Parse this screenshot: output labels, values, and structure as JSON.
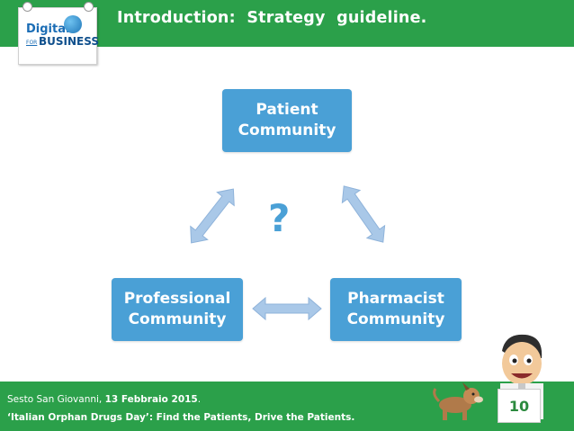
{
  "header": {
    "title": "Introduction:  Strategy  guideline."
  },
  "logo": {
    "line1": "Digital",
    "for": "FOR",
    "line2": "BUSINESS"
  },
  "diagram": {
    "nodes": {
      "patient": "Patient\nCommunity",
      "professional": "Professional\nCommunity",
      "pharmacist": "Pharmacist\nCommunity"
    },
    "center_symbol": "?"
  },
  "footer": {
    "line1_place": "Sesto San Giovanni, ",
    "line1_date": "13 Febbraio 2015",
    "line1_end": ".",
    "line2": "‘Italian Orphan Drugs Day’: Find the Patients, Drive the Patients."
  },
  "page_number": "10",
  "colors": {
    "header_green": "#2ba04a",
    "node_blue": "#4aa0d6",
    "arrow_blue": "#a9c8e8"
  }
}
